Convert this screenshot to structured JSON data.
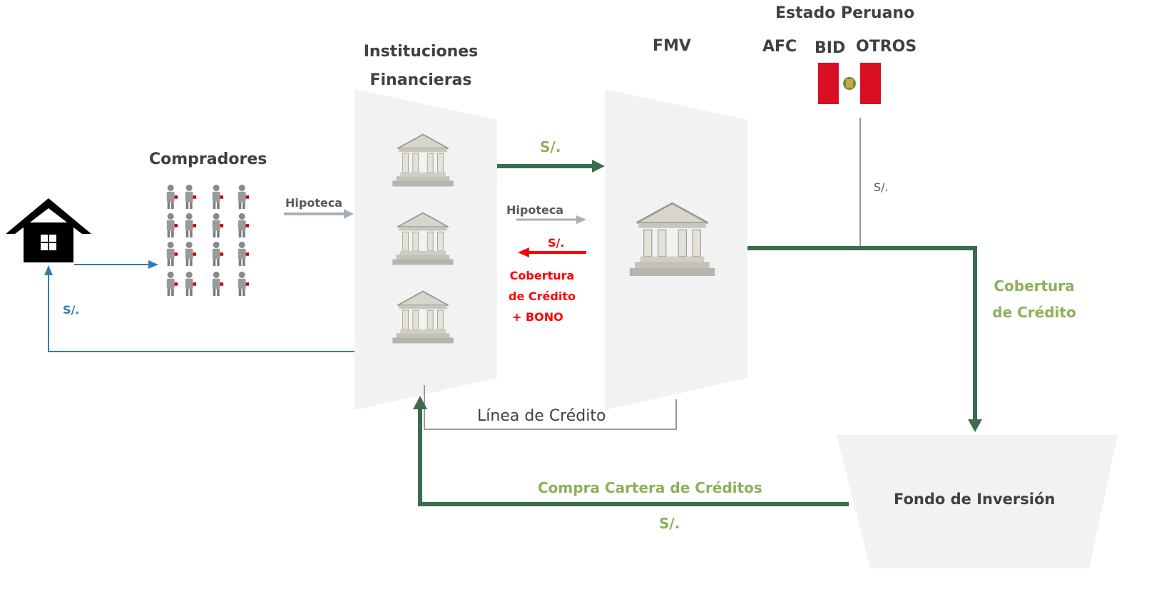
{
  "labels": {
    "estado_peruano": "Estado Peruano",
    "afc": "AFC",
    "bid": "BID",
    "otros": "OTROS",
    "instituciones_line1": "Instituciones",
    "instituciones_line2": "Financieras",
    "fmv": "FMV",
    "compradores": "Compradores",
    "hipoteca_left": "Hipoteca",
    "hipoteca_mid": "Hipoteca",
    "soles_top": "S/.",
    "soles_red": "S/.",
    "cobertura_red_1": "Cobertura",
    "cobertura_red_2": "de Crédito",
    "cobertura_red_3": "+ BONO",
    "soles_state": "S/.",
    "cobertura_right_1": "Cobertura",
    "cobertura_right_2": "de Crédito",
    "soles_blue": "S/.",
    "linea_credito": "Línea de Crédito",
    "compra_cartera": "Compra Cartera de Créditos",
    "soles_bottom": "S/.",
    "fondo": "Fondo de Inversión"
  },
  "icons": {
    "house": "house-icon",
    "people": "people-icon",
    "bank": "bank-icon",
    "flag": "peru-flag-icon"
  },
  "colors": {
    "dark_green": "#3d6b4f",
    "light_green": "#8db05a",
    "blue": "#2e7db0",
    "red": "#ff0000",
    "gray_arrow": "#a6b0b8",
    "panel": "#f2f2f2"
  }
}
